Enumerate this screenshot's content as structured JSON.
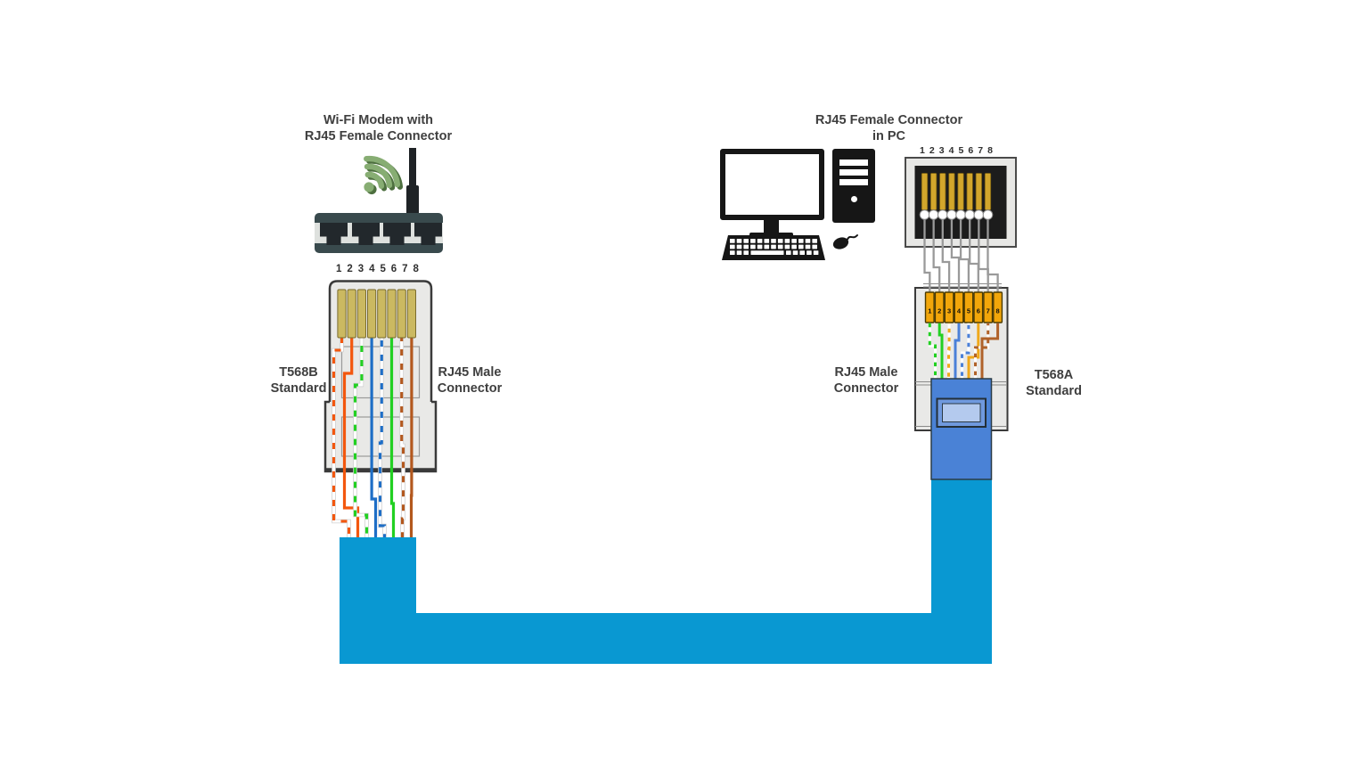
{
  "left": {
    "title_line1": "Wi-Fi Modem with",
    "title_line2": "RJ45 Female Connector",
    "standard_label_line1": "T568B",
    "standard_label_line2": "Standard",
    "connector_label_line1": "RJ45 Male",
    "connector_label_line2": "Connector",
    "pin_numbers": [
      "1",
      "2",
      "3",
      "4",
      "5",
      "6",
      "7",
      "8"
    ],
    "wiring_standard": "T568B",
    "pinout": [
      "white-orange",
      "orange",
      "white-green",
      "blue",
      "white-blue",
      "green",
      "white-brown",
      "brown"
    ]
  },
  "right": {
    "title_line1": "RJ45 Female Connector",
    "title_line2": "in PC",
    "connector_label_line1": "RJ45 Male",
    "connector_label_line2": "Connector",
    "standard_label_line1": "T568A",
    "standard_label_line2": "Standard",
    "pin_numbers": [
      "1",
      "2",
      "3",
      "4",
      "5",
      "6",
      "7",
      "8"
    ],
    "male_pin_numbers": [
      "1",
      "2",
      "3",
      "4",
      "5",
      "6",
      "7",
      "8"
    ],
    "wiring_standard": "T568A",
    "pinout": [
      "white-green",
      "green",
      "white-orange",
      "blue",
      "white-blue",
      "orange",
      "white-brown",
      "brown"
    ]
  },
  "colors": {
    "cable": "#0998d2",
    "boot": "#4a82d6",
    "boot_window_outer": "#6f99de",
    "boot_window_inner": "#b4caee",
    "orange": "#f3570e",
    "green": "#22d022",
    "blue": "#1e6ec6",
    "blue_right": "#4a80d8",
    "brown": "#b3581e",
    "brown_right": "#b0622a",
    "amber": "#f0a81a",
    "white": "#ffffff",
    "gold_pin": "#cbb961",
    "amber_pin": "#f2a60a",
    "female_pin_gold": "#d2a62c",
    "wire_gray": "#9a9a9a",
    "connector_body": "#e9e9e7",
    "connector_border": "#3a3a3a",
    "modem_dark": "#394a4d",
    "modem_light": "#dee1de",
    "modem_port": "#22282c",
    "pc_black": "#161616",
    "wifi_green": "#87ad73",
    "wifi_green_dark": "#4d6f3f"
  },
  "icons": {
    "wifi": "wifi-signal-icon",
    "antenna": "antenna-icon",
    "modem": "modem-router-icon",
    "monitor": "monitor-icon",
    "tower": "pc-tower-icon",
    "keyboard": "keyboard-icon",
    "mouse": "mouse-icon"
  }
}
